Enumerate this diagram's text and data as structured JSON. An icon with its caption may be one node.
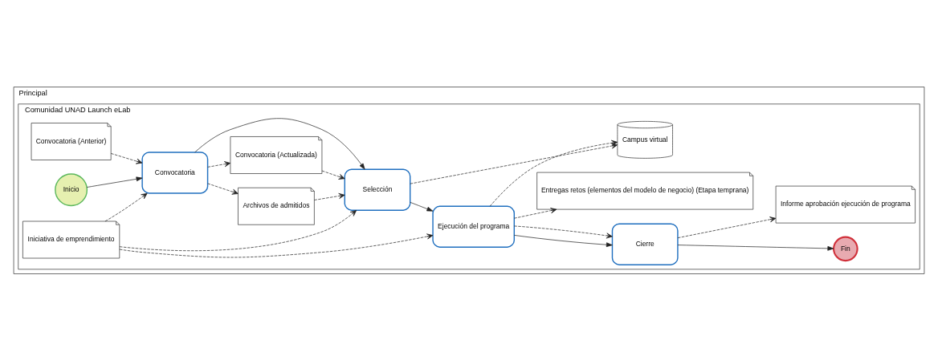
{
  "diagram": {
    "nodes": [
      {
        "text": [
          "Principal"
        ]
      },
      {
        "text": [
          "Comunidad UNAD Launch eLab"
        ],
        "in": 0
      },
      {
        "text": [
          "Convocatoria (Anterior)"
        ],
        "in": 1
      },
      {
        "text": [
          "Convocatoria (Actualizada)"
        ],
        "in": 1
      },
      {
        "text": [
          "Campus virtual"
        ],
        "in": 1
      },
      {
        "text": [
          "Inicio"
        ],
        "in": 1
      },
      {
        "text": [
          "Convocatoria"
        ],
        "in": 1
      },
      {
        "text": [
          "Selección"
        ],
        "in": 1
      },
      {
        "text": [
          "Ejecución del programa"
        ],
        "in": 1
      },
      {
        "text": [
          "Cierre"
        ],
        "in": 1
      },
      {
        "text": [
          "Fin"
        ],
        "in": 1
      },
      {
        "text": [
          "Archivos de admitidos"
        ],
        "in": 1
      },
      {
        "text": [
          "Iniciativa de emprendimiento"
        ],
        "in": 1
      },
      {
        "text": [
          "Entregas retos (elementos del modelo de negocio) (Etapa temprana)"
        ],
        "in": 1
      },
      {
        "text": [
          "Informe aprobación ejecución de programa"
        ],
        "in": 1
      }
    ],
    "edges": [
      {
        "from": 5,
        "to": 6,
        "arrow": "to"
      },
      {
        "from": 6,
        "to": 7,
        "arrow": "to"
      },
      {
        "from": 7,
        "to": 8,
        "arrow": "to"
      },
      {
        "from": 8,
        "to": 9,
        "arrow": "to"
      },
      {
        "from": 9,
        "to": 10,
        "arrow": "to"
      },
      {
        "from": 2,
        "to": 6,
        "arrow": "to",
        "style": "dashed"
      },
      {
        "from": 6,
        "to": 3,
        "arrow": "to",
        "style": "dashed"
      },
      {
        "from": 3,
        "to": 7,
        "arrow": "to",
        "style": "dashed"
      },
      {
        "from": 7,
        "to": 4,
        "arrow": "to",
        "style": "dashed"
      },
      {
        "from": 8,
        "to": 4,
        "arrow": "to",
        "style": "dashed"
      },
      {
        "from": 8,
        "to": 9,
        "arrow": "to",
        "style": "dashed"
      },
      {
        "from": 6,
        "to": 11,
        "arrow": "to",
        "style": "dashed"
      },
      {
        "from": 11,
        "to": 7,
        "arrow": "to",
        "style": "dashed"
      },
      {
        "from": 12,
        "to": 7,
        "arrow": "to",
        "style": "dashed"
      },
      {
        "from": 12,
        "to": 8,
        "arrow": "to",
        "style": "dashed"
      },
      {
        "from": 12,
        "to": 6,
        "arrow": "to",
        "style": "dashed"
      },
      {
        "from": 8,
        "to": 13,
        "arrow": "to",
        "style": "dashed"
      },
      {
        "from": 9,
        "to": 14,
        "arrow": "to",
        "style": "dashed"
      }
    ]
  }
}
